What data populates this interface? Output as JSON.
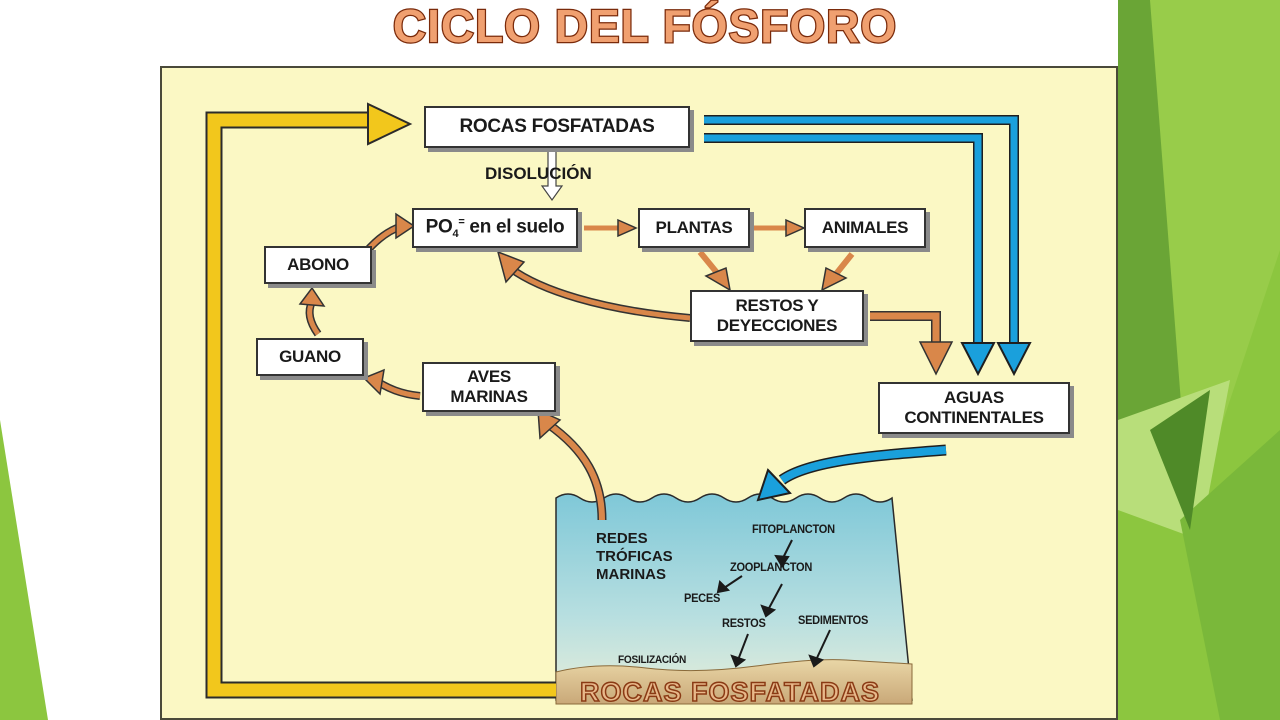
{
  "title": "CICLO DEL FÓSFORO",
  "colors": {
    "title_fill": "#f0a070",
    "title_stroke": "#7a2a0a",
    "panel_bg": "#fbf8c4",
    "yellow_arrow": "#f2c71c",
    "blue_arrow": "#1aa0dc",
    "orange_arrow": "#d9874a",
    "sea_top": "#7fc8d8",
    "sea_bottom": "#e6eeda",
    "slide_green": "#8cc63f"
  },
  "boxes": {
    "rocas_top": "ROCAS FOSFATADAS",
    "po4_formula": "PO",
    "po4_sub": "4",
    "po4_sup": "=",
    "po4_suffix": " en el suelo",
    "plantas": "PLANTAS",
    "animales": "ANIMALES",
    "abono": "ABONO",
    "guano": "GUANO",
    "restos_line1": "RESTOS Y",
    "restos_line2": "DEYECCIONES",
    "aves_line1": "AVES",
    "aves_line2": "MARINAS",
    "aguas_line1": "AGUAS",
    "aguas_line2": "CONTINENTALES"
  },
  "labels": {
    "disolucion": "DISOLUCIÓN",
    "redes_line1": "REDES",
    "redes_line2": "TRÓFICAS",
    "redes_line3": "MARINAS",
    "fitoplancton": "FITOPLANCTON",
    "zooplancton": "ZOOPLANCTON",
    "peces": "PECES",
    "restos": "RESTOS",
    "sedimentos": "SEDIMENTOS",
    "fosilizacion": "FOSILIZACIÓN",
    "rocas_bottom": "ROCAS FOSFATADAS"
  }
}
